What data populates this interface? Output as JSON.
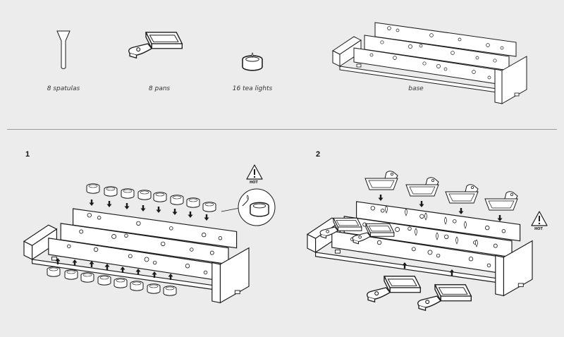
{
  "parts": [
    {
      "id": "spatulas",
      "label": "8 spatulas"
    },
    {
      "id": "pans",
      "label": "8 pans"
    },
    {
      "id": "tealights",
      "label": "16 tea lights"
    },
    {
      "id": "base",
      "label": "base"
    }
  ],
  "steps": [
    {
      "number": "1"
    },
    {
      "number": "2"
    }
  ],
  "warning": {
    "label": "HOT"
  },
  "colors": {
    "background": "#ececec",
    "line": "#1a1a1a",
    "fill": "#ffffff",
    "divider": "#9a9a9a"
  }
}
